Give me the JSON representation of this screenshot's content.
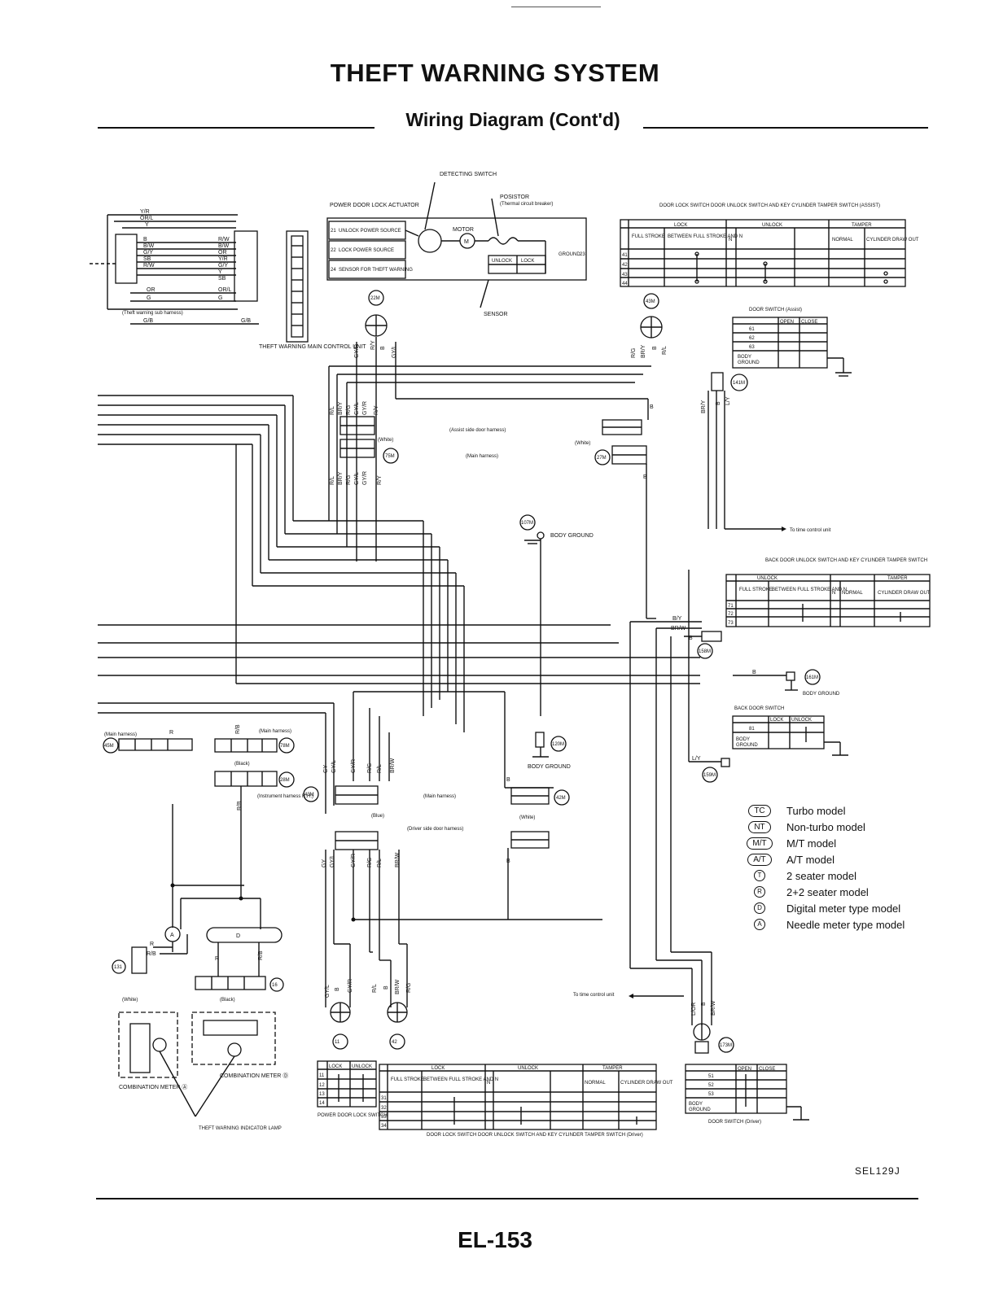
{
  "header": {
    "title": "THEFT WARNING SYSTEM",
    "subtitle": "Wiring Diagram (Cont'd)"
  },
  "footer": {
    "page_number": "EL-153",
    "figure_code": "SEL129J"
  },
  "components": {
    "detecting_switch": "DETECTING SWITCH",
    "posistor": "POSISTOR",
    "posistor_note": "(Thermal circuit breaker)",
    "power_door_lock_actuator": "POWER DOOR LOCK ACTUATOR",
    "motor": "MOTOR",
    "sensor": "SENSOR",
    "ground": "GROUND",
    "theft_warning_main_control_unit": "THEFT WARNING MAIN CONTROL UNIT",
    "theft_warning_sub_harness": "(Theft warning sub harness)",
    "body_ground": "BODY GROUND",
    "door_switch_assist": "DOOR SWITCH (Assist)",
    "door_switch_driver": "DOOR SWITCH (Driver)",
    "back_door_switch": "BACK DOOR SWITCH",
    "to_time_control_unit": "To time control unit",
    "combination_meter_a": "COMBINATION METER Ⓐ",
    "combination_meter_d": "COMBINATION METER Ⓓ",
    "theft_warning_indicator_lamp": "THEFT WARNING INDICATOR LAMP",
    "power_door_lock_switch": "POWER DOOR LOCK SWITCH",
    "door_lock_switch_assist": "DOOR LOCK SWITCH DOOR UNLOCK SWITCH AND KEY CYLINDER TAMPER SWITCH (ASSIST)",
    "door_lock_switch_driver": "DOOR LOCK SWITCH DOOR UNLOCK SWITCH AND KEY CYLINDER TAMPER SWITCH (Driver)",
    "back_door_unlock_switch": "BACK DOOR UNLOCK SWITCH AND KEY CYLINDER TAMPER SWITCH"
  },
  "actuator_rows": [
    {
      "pin": "21",
      "label": "UNLOCK POWER SOURCE"
    },
    {
      "pin": "22",
      "label": "LOCK POWER SOURCE"
    },
    {
      "pin": "24",
      "label": "SENSOR FOR THEFT WARNING"
    }
  ],
  "harness_labels": {
    "assist_side_door": "(Assist side door harness)",
    "main": "(Main harness)",
    "driver_side_door": "(Driver side door harness)",
    "instrument_rh": "(Instrument harness R.H.)",
    "white": "(White)",
    "black": "(Black)",
    "blue": "(Blue)"
  },
  "connectors": [
    "22M",
    "43M",
    "75M",
    "27M",
    "107M",
    "141M",
    "120M",
    "42M",
    "158M",
    "161M",
    "159M",
    "45M",
    "78M",
    "28M",
    "43M",
    "131",
    "16",
    "11",
    "42",
    "173M"
  ],
  "switch_table_headers": {
    "lock": "LOCK",
    "unlock": "UNLOCK",
    "tamper": "TAMPER",
    "full_stroke": "FULL STROKE",
    "between": "BETWEEN FULL STROKE AND N",
    "n": "N",
    "normal": "NORMAL",
    "cylinder_draw_out": "CYLINDER DRAW OUT",
    "open": "OPEN",
    "close": "CLOSE",
    "body_ground": "BODY GROUND"
  },
  "wire_colors": [
    "Y/R",
    "OR/L",
    "Y",
    "B",
    "B/W",
    "G/Y",
    "SB",
    "R/W",
    "OR",
    "G",
    "G/B",
    "GY/R",
    "R/Y",
    "GY/L",
    "R/G",
    "BR/Y",
    "R/L",
    "L/Y",
    "B/Y",
    "BR/W",
    "R/B",
    "GY",
    "B/W",
    "L/OR"
  ],
  "legend": [
    {
      "symbol": "TC",
      "text": "Turbo model",
      "shape": "oval"
    },
    {
      "symbol": "NT",
      "text": "Non-turbo model",
      "shape": "oval"
    },
    {
      "symbol": "M/T",
      "text": "M/T model",
      "shape": "oval"
    },
    {
      "symbol": "A/T",
      "text": "A/T model",
      "shape": "oval"
    },
    {
      "symbol": "T",
      "text": "2 seater model",
      "shape": "circle"
    },
    {
      "symbol": "R",
      "text": "2+2 seater model",
      "shape": "circle"
    },
    {
      "symbol": "D",
      "text": "Digital meter type model",
      "shape": "circle"
    },
    {
      "symbol": "A",
      "text": "Needle meter type model",
      "shape": "circle"
    }
  ]
}
